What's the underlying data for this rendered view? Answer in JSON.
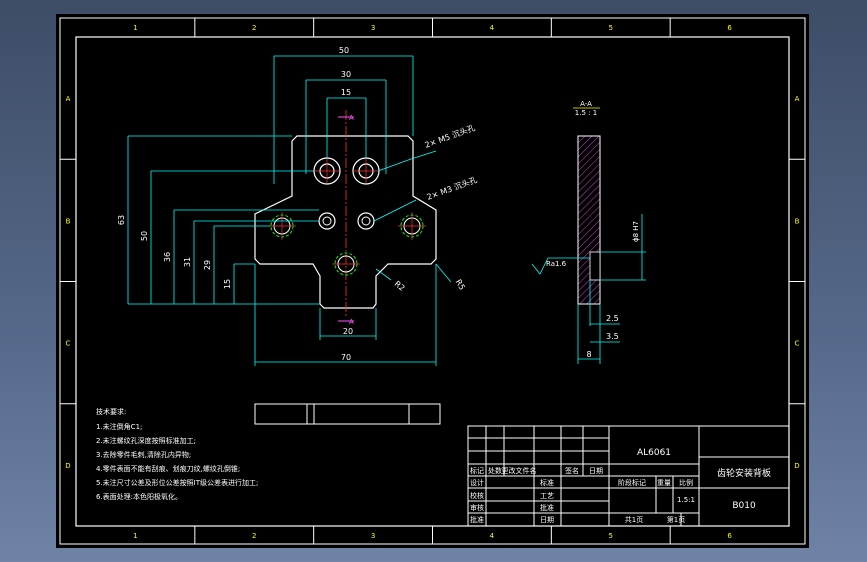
{
  "border": {
    "columns": [
      "1",
      "2",
      "3",
      "4",
      "5",
      "6"
    ],
    "rows": [
      "A",
      "B",
      "C",
      "D"
    ]
  },
  "dimensions": {
    "top_50": "50",
    "top_30": "30",
    "top_15": "15",
    "left_63": "63",
    "left_50": "50",
    "left_36": "36",
    "left_31": "31",
    "left_29": "29",
    "left_15": "15",
    "bottom_20": "20",
    "bottom_70": "70",
    "radius_r2": "R2",
    "radius_r5": "R5",
    "section_height": "ϕ8 H7",
    "section_25": "2.5",
    "section_35": "3.5",
    "section_8": "8",
    "roughness": "Ra1.6"
  },
  "annotations": {
    "m5": "2× M5 沉头孔",
    "m3": "2× M3 沉头孔",
    "section_mark": "A",
    "section_title": "A-A",
    "section_scale": "1.5 : 1"
  },
  "notes": {
    "heading": "技术要求:",
    "items": [
      "1.未注倒角C1;",
      "2.未注螺纹孔深度按照标准加工;",
      "3.去除零件毛刺,清除孔内异物;",
      "4.零件表面不能有刮痕、划痕刀纹,螺纹孔倒锥;",
      "5.未注尺寸公差及形位公差按照IT级公差表进行加工;",
      "6.表面处理:本色阳极氧化。"
    ]
  },
  "title_block": {
    "material": "AL6061",
    "part_name": "齿轮安装背板",
    "drawing_no": "B010",
    "header_cells": [
      "标记",
      "处数",
      "更改文件名",
      "签名",
      "日期"
    ],
    "row_labels": [
      "设计",
      "校核",
      "审核",
      "批准"
    ],
    "mid_labels": [
      "标准",
      "工艺",
      "批准",
      "日期"
    ],
    "stage_label": "阶段标记",
    "weight_label": "重量",
    "scale_label": "比例",
    "scale_value": "1.5:1",
    "sheets_total": "共1页",
    "sheet_no": "第1页"
  }
}
